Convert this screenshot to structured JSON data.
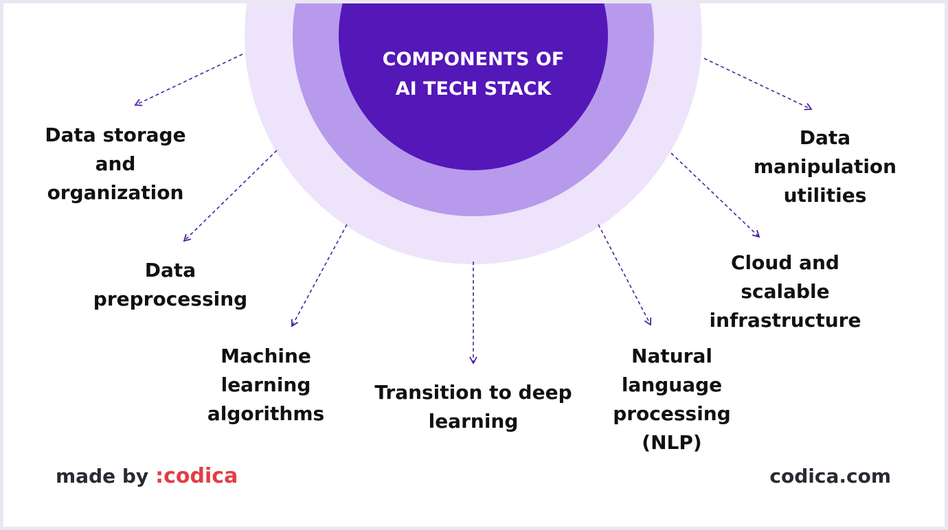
{
  "diagram": {
    "center_title": [
      "COMPONENTS OF",
      "AI TECH STACK"
    ],
    "components": [
      {
        "id": "data-storage",
        "lines": [
          "Data storage",
          "and",
          "organization"
        ]
      },
      {
        "id": "data-preprocessing",
        "lines": [
          "Data",
          "preprocessing"
        ]
      },
      {
        "id": "machine-learning",
        "lines": [
          "Machine",
          "learning",
          "algorithms"
        ]
      },
      {
        "id": "deep-learning",
        "lines": [
          "Transition to deep",
          "learning"
        ]
      },
      {
        "id": "nlp",
        "lines": [
          "Natural",
          "language",
          "processing",
          "(NLP)"
        ]
      },
      {
        "id": "cloud",
        "lines": [
          "Cloud and",
          "scalable",
          "infrastructure"
        ]
      },
      {
        "id": "data-manipulation",
        "lines": [
          "Data",
          "manipulation",
          "utilities"
        ]
      }
    ]
  },
  "footer": {
    "made_by": "made by",
    "brand": ":codica",
    "site": "codica.com"
  },
  "colors": {
    "outer_ring": "#ede4fb",
    "middle_ring": "#b89aec",
    "inner_circle": "#5417b8",
    "arrow": "#4a1f9e",
    "brand": "#e23d45",
    "text": "#111111"
  }
}
